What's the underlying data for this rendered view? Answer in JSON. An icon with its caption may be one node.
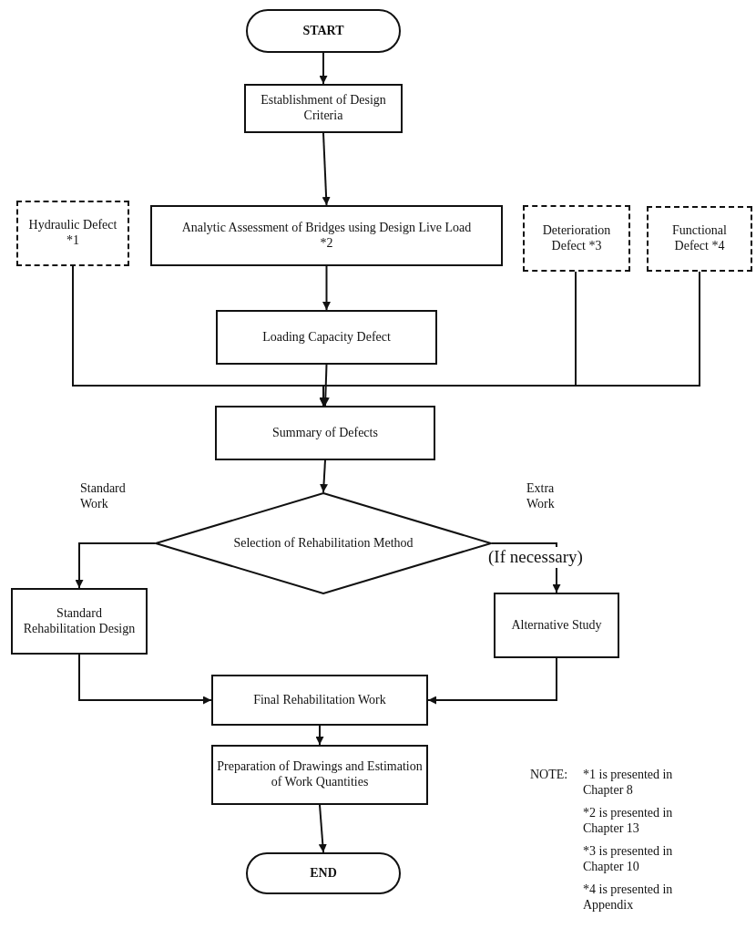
{
  "diagram": {
    "nodes": [
      {
        "text": [
          "START"
        ]
      },
      {
        "text": [
          "Establishment of Design Criteria"
        ]
      },
      {
        "text": [
          "Hydraulic Defect *1"
        ]
      },
      {
        "text": [
          "Analytic Assessment of Bridges using Design Live Load *2"
        ]
      },
      {
        "text": [
          "Deterioration Defect *3"
        ]
      },
      {
        "text": [
          "Functional Defect *4"
        ]
      },
      {
        "text": [
          "Loading Capacity Defect"
        ]
      },
      {
        "text": [
          "Summary of Defects"
        ]
      },
      {
        "text": [
          "Selection of Rehabilitation Method"
        ]
      },
      {
        "text": [
          "Standard Rehabilitation Design"
        ]
      },
      {
        "text": [
          "Alternative Study"
        ]
      },
      {
        "text": [
          "Final Rehabilitation Work"
        ]
      },
      {
        "text": [
          "Preparation of Drawings and Estimation of Work Quantities"
        ]
      },
      {
        "text": [
          "END"
        ]
      }
    ],
    "edges": [
      {
        "from": 0,
        "to": 1,
        "arrow": "to"
      },
      {
        "from": 1,
        "to": 3,
        "arrow": "to"
      },
      {
        "from": 3,
        "to": 6,
        "arrow": "to"
      },
      {
        "from": 2,
        "to": 7,
        "arrow": "to"
      },
      {
        "from": 6,
        "to": 7,
        "arrow": "to"
      },
      {
        "from": 4,
        "to": 7,
        "arrow": "to"
      },
      {
        "from": 5,
        "to": 7,
        "arrow": "to"
      },
      {
        "from": 7,
        "to": 8,
        "arrow": "to"
      },
      {
        "from": 8,
        "to": 9,
        "label": "Standard Work",
        "arrow": "to"
      },
      {
        "from": 8,
        "to": 10,
        "label": "Extra Work",
        "arrow": "to"
      },
      {
        "from": 9,
        "to": 11,
        "arrow": "to"
      },
      {
        "from": 10,
        "to": 11,
        "arrow": "to"
      },
      {
        "from": 11,
        "to": 12,
        "arrow": "to"
      },
      {
        "from": 12,
        "to": 13,
        "arrow": "to"
      }
    ],
    "labels": [
      "(If necessary)",
      "NOTE:",
      "*1 is presented in Chapter 8",
      "*2 is presented in Chapter 13",
      "*3 is presented in Chapter 10",
      "*4 is presented in Appendix"
    ]
  }
}
